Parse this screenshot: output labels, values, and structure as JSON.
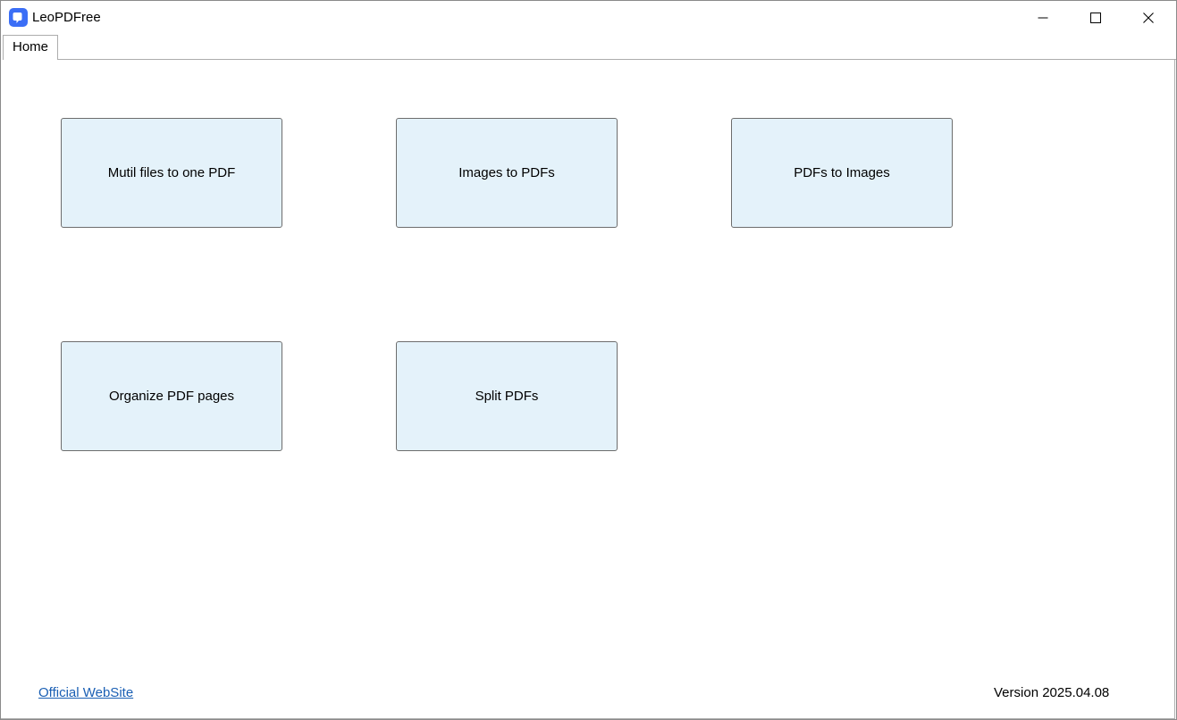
{
  "app": {
    "title": "LeoPDFree",
    "accent_color": "#3b6ef6"
  },
  "window_controls": {
    "minimize_icon": "minimize-icon",
    "maximize_icon": "maximize-icon",
    "close_icon": "close-icon"
  },
  "tabs": [
    {
      "label": "Home",
      "selected": true
    }
  ],
  "tools": [
    {
      "label": "Mutil files to one PDF"
    },
    {
      "label": "Images to PDFs"
    },
    {
      "label": "PDFs to Images"
    },
    {
      "label": "Organize PDF pages"
    },
    {
      "label": "Split PDFs"
    }
  ],
  "footer": {
    "link_label": "Official WebSite",
    "version": "Version 2025.04.08"
  },
  "colors": {
    "tool_button_bg": "#e4f2fa",
    "link": "#1a5fb4"
  }
}
